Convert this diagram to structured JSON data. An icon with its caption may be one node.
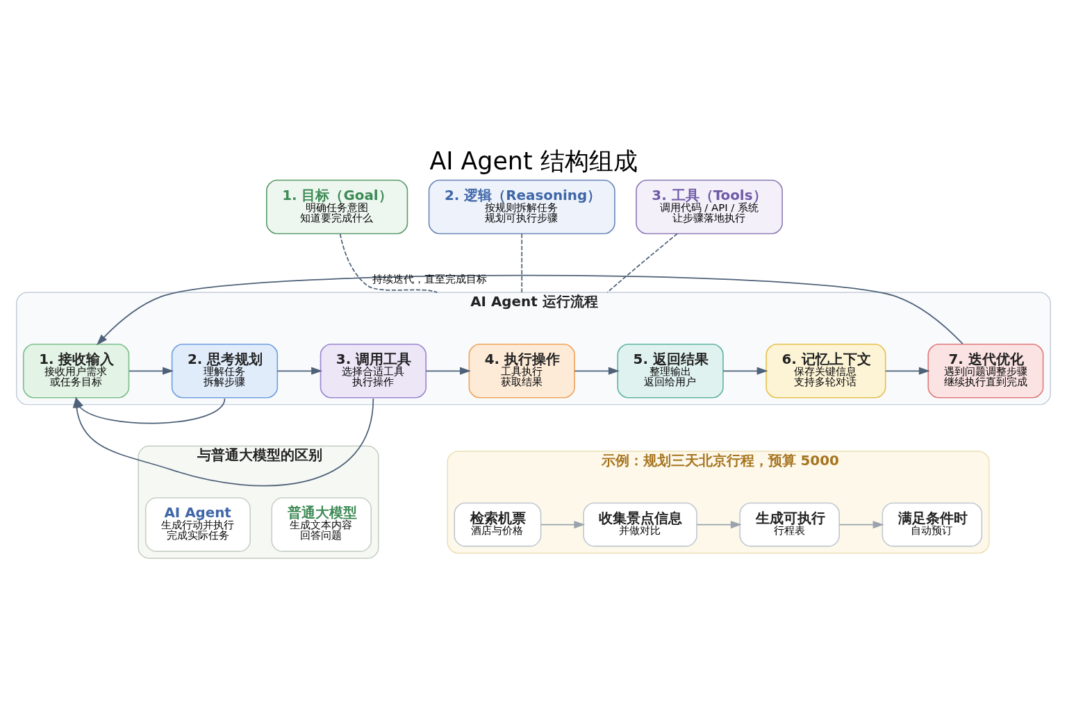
{
  "diagram": {
    "title": "AI Agent 结构组成",
    "nodes": [
      {
        "text": [
          "1. 目标（Goal）",
          "明确任务意图",
          "知道要完成什么"
        ]
      },
      {
        "text": [
          "2. 逻辑（Reasoning）",
          "按规则拆解任务",
          "规划可执行步骤"
        ]
      },
      {
        "text": [
          "3. 工具（Tools）",
          "调用代码 / API / 系统",
          "让步骤落地执行"
        ]
      },
      {
        "text": [
          "AI Agent 运行流程"
        ]
      },
      {
        "text": [
          "1. 接收输入",
          "接收用户需求",
          "或任务目标"
        ],
        "in": 3
      },
      {
        "text": [
          "2. 思考规划",
          "理解任务",
          "拆解步骤"
        ],
        "in": 3
      },
      {
        "text": [
          "3. 调用工具",
          "选择合适工具",
          "执行操作"
        ],
        "in": 3
      },
      {
        "text": [
          "4. 执行操作",
          "工具执行",
          "获取结果"
        ],
        "in": 3
      },
      {
        "text": [
          "5. 返回结果",
          "整理输出",
          "返回给用户"
        ],
        "in": 3
      },
      {
        "text": [
          "6. 记忆上下文",
          "保存关键信息",
          "支持多轮对话"
        ],
        "in": 3
      },
      {
        "text": [
          "7. 迭代优化",
          "遇到问题调整步骤",
          "继续执行直到完成"
        ],
        "in": 3
      },
      {
        "text": [
          "与普通大模型的区别"
        ]
      },
      {
        "text": [
          "普通大模型",
          "生成文本内容",
          "回答问题"
        ],
        "in": 11
      },
      {
        "text": [
          "AI Agent",
          "生成行动并执行",
          "完成实际任务"
        ],
        "in": 11
      },
      {
        "text": [
          "示例：规划三天北京行程，预算 5000"
        ]
      },
      {
        "text": [
          "检索机票",
          "酒店与价格"
        ],
        "in": 14
      },
      {
        "text": [
          "收集景点信息",
          "并做对比"
        ],
        "in": 14
      },
      {
        "text": [
          "生成可执行",
          "行程表"
        ],
        "in": 14
      },
      {
        "text": [
          "满足条件时",
          "自动预订"
        ],
        "in": 14
      }
    ],
    "edges": [
      {
        "from": 0,
        "to": 3,
        "arrow": "none",
        "style": "dashed"
      },
      {
        "from": 1,
        "to": 3,
        "arrow": "none",
        "style": "dashed"
      },
      {
        "from": 2,
        "to": 3,
        "arrow": "none",
        "style": "dashed"
      },
      {
        "from": 4,
        "to": 5,
        "arrow": "to"
      },
      {
        "from": 5,
        "to": 6,
        "arrow": "to"
      },
      {
        "from": 6,
        "to": 7,
        "arrow": "to"
      },
      {
        "from": 7,
        "to": 8,
        "arrow": "to"
      },
      {
        "from": 8,
        "to": 9,
        "arrow": "to"
      },
      {
        "from": 9,
        "to": 10,
        "arrow": "to"
      },
      {
        "from": 10,
        "to": 4,
        "arrow": "to",
        "label": "持续迭代，直至完成目标"
      },
      {
        "from": 5,
        "to": 4,
        "arrow": "to"
      },
      {
        "from": 6,
        "to": 4,
        "arrow": "to"
      },
      {
        "from": 15,
        "to": 16,
        "arrow": "to",
        "color": "#9aa3ad"
      },
      {
        "from": 16,
        "to": 17,
        "arrow": "to",
        "color": "#9aa3ad"
      },
      {
        "from": 17,
        "to": 18,
        "arrow": "to",
        "color": "#9aa3ad"
      }
    ]
  }
}
